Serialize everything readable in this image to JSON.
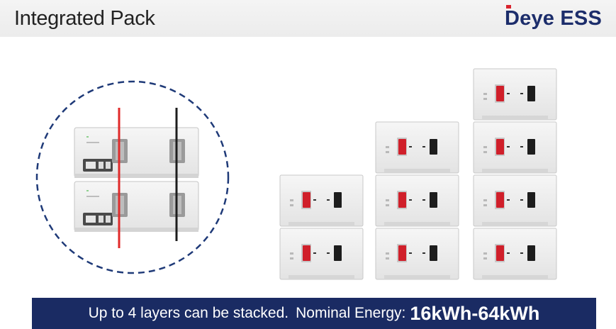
{
  "header": {
    "title": "Integrated Pack",
    "logo_text": "Deye ESS",
    "logo_color": "#1c2d6b",
    "logo_accent": "#d9232d"
  },
  "diagram": {
    "stack_heights": [
      2,
      3,
      4
    ],
    "terminal_colors": {
      "positive": "#d01f2a",
      "negative": "#1d1d1d"
    }
  },
  "banner": {
    "text": "Up to 4 layers can be stacked.",
    "label": "Nominal Energy:",
    "value": "16kWh-64kWh",
    "background": "#1a2b63"
  }
}
